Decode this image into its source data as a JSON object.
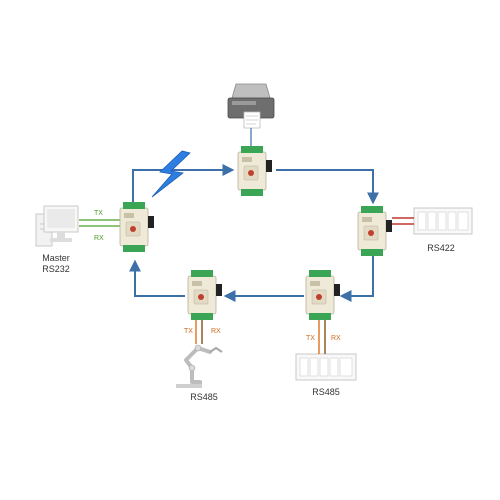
{
  "labels": {
    "master": "Master",
    "master_protocol": "RS232",
    "rs422": "RS422",
    "rs485_left": "RS485",
    "rs485_right": "RS485",
    "tx": "TX",
    "rx": "RX"
  },
  "colors": {
    "ring_link": "#3d6fa8",
    "wireless_bolt": "#2e7de0",
    "rs232_wire": "#6ab04c",
    "rs485_tx_wire": "#e07b2a",
    "rs485_rx_wire": "#8b5a2b",
    "rs422_wire": "#c0392b",
    "module_body": "#efe9d8",
    "module_terminal": "#3aa655"
  },
  "icons": {
    "wireless": "lightning-bolt-icon",
    "master_device": "desktop-computer-icon",
    "printer_device": "ticket-printer-icon",
    "plc_device": "plc-rack-icon",
    "robot_device": "robot-arm-icon",
    "module": "serial-converter-module-icon"
  }
}
